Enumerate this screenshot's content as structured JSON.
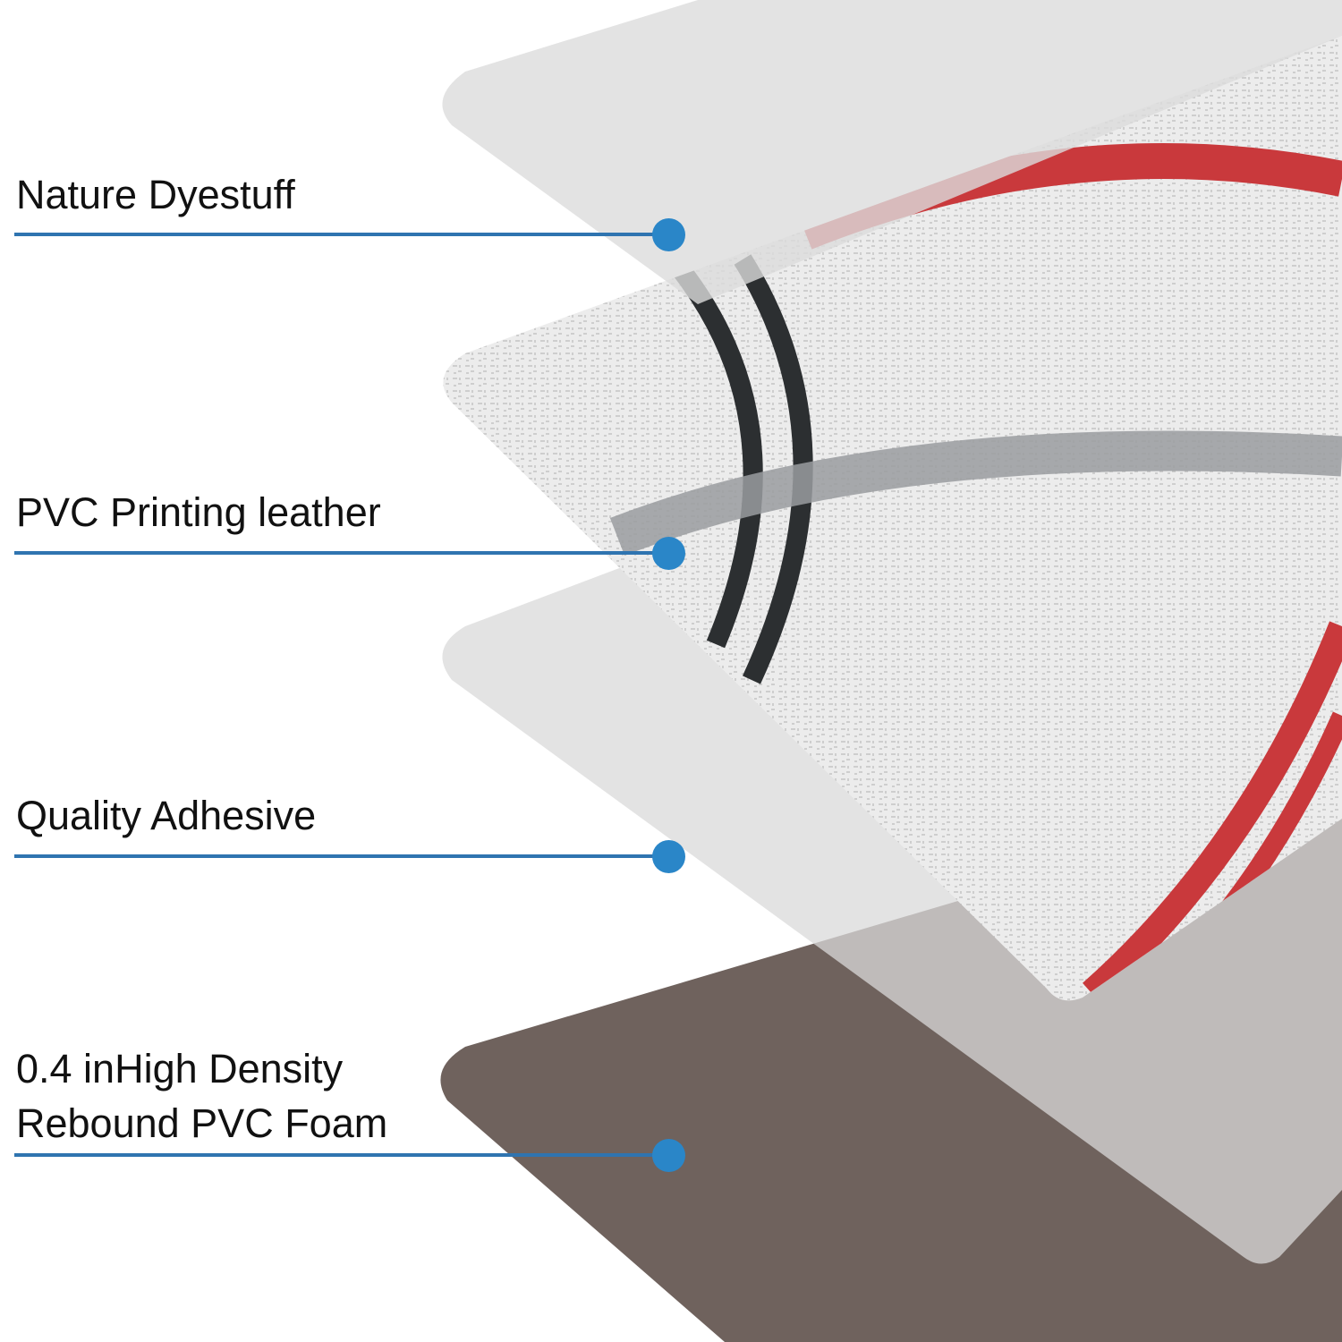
{
  "layers": [
    {
      "label": "Nature Dyestuff"
    },
    {
      "label": "PVC Printing leather"
    },
    {
      "label": "Quality Adhesive"
    },
    {
      "label_line1": "0.4 inHigh Density",
      "label_line2": "Rebound PVC Foam"
    }
  ],
  "colors": {
    "callout_line": "#2f74b0",
    "callout_dot": "#2a86c8",
    "foam": "#6f625d",
    "leather": "#e6e6e6",
    "stripe_red": "#c9393c",
    "stripe_black": "#2c2f31",
    "clear_sheet": "#d8d8d8"
  }
}
